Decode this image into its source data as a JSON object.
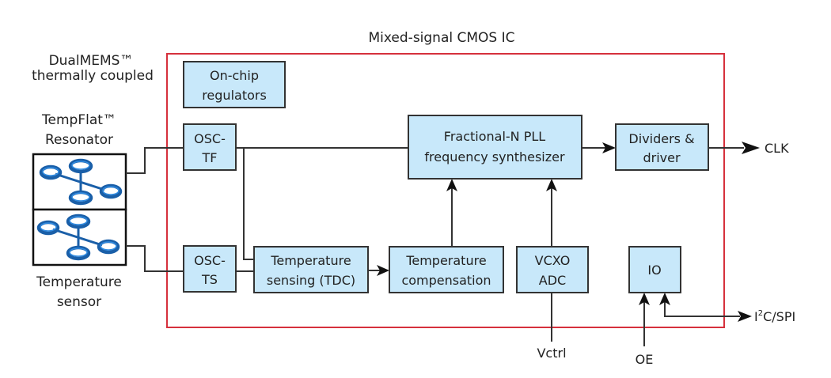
{
  "diagram": {
    "chip_title": "Mixed-signal CMOS IC",
    "chip_border_color": "#d6303c",
    "block_fill_color": "#c8e8fa",
    "left_labels": {
      "dualmems_line1": "DualMEMS™",
      "dualmems_line2": "thermally coupled",
      "tempflat_line1": "TempFlat™",
      "tempflat_line2": "Resonator",
      "tempsensor_line1": "Temperature",
      "tempsensor_line2": "sensor"
    },
    "resonators": [
      {
        "name": "TempFlat resonator",
        "icon": "mems-resonator-icon"
      },
      {
        "name": "Temperature sensor resonator",
        "icon": "mems-resonator-icon"
      }
    ],
    "blocks": {
      "regulators": {
        "line1": "On-chip",
        "line2": "regulators"
      },
      "osc_tf": {
        "line1": "OSC-",
        "line2": "TF"
      },
      "osc_ts": {
        "line1": "OSC-",
        "line2": "TS"
      },
      "pll": {
        "line1": "Fractional-N PLL",
        "line2": "frequency synthesizer"
      },
      "dividers": {
        "line1": "Dividers &",
        "line2": "driver"
      },
      "temp_sensing": {
        "line1": "Temperature",
        "line2": "sensing (TDC)"
      },
      "temp_comp": {
        "line1": "Temperature",
        "line2": "compensation"
      },
      "vcxo": {
        "line1": "VCXO",
        "line2": "ADC"
      },
      "io": {
        "line1": "IO"
      }
    },
    "signals": {
      "clk": "CLK",
      "vctrl": "Vctrl",
      "oe": "OE",
      "i2c_prefix": "I",
      "i2c_sup": "2",
      "i2c_suffix": "C/SPI"
    }
  }
}
